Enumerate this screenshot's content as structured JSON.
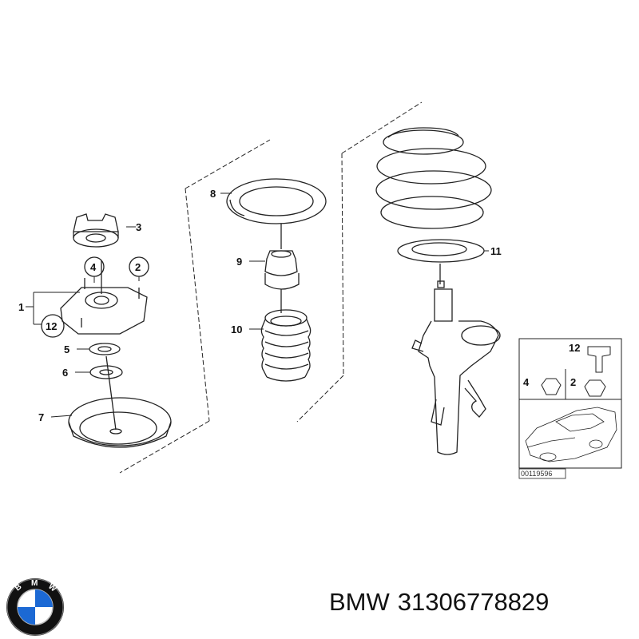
{
  "diagram_id": "00119596",
  "callouts": {
    "c1": "1",
    "c2": "2",
    "c3": "3",
    "c4": "4",
    "c5": "5",
    "c6": "6",
    "c7": "7",
    "c8": "8",
    "c9": "9",
    "c10": "10",
    "c11": "11",
    "c12": "12",
    "inset_12": "12",
    "inset_4": "4",
    "inset_2": "2"
  },
  "brand": "BMW",
  "part_number": "31306778829",
  "logo_letters": [
    "B",
    "M",
    "W"
  ],
  "colors": {
    "line": "#222222",
    "logo_blue": "#1c69d4",
    "logo_ring": "#111111"
  }
}
